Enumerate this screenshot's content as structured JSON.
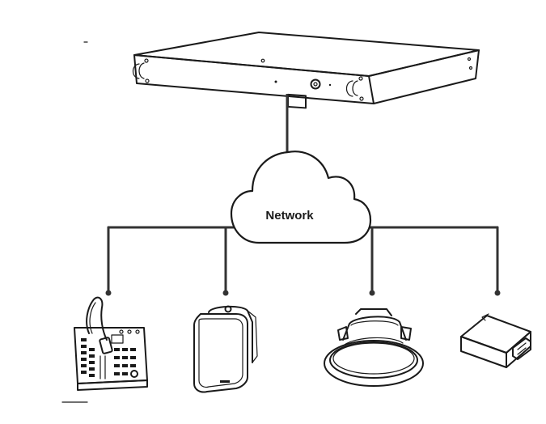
{
  "cloud": {
    "label": "Network"
  },
  "devices": [
    {
      "name": "rack-mounted-controller"
    },
    {
      "name": "call-station"
    },
    {
      "name": "wall-speaker"
    },
    {
      "name": "ceiling-speaker"
    },
    {
      "name": "interface-module"
    }
  ],
  "colors": {
    "line": "#333333",
    "ink": "#1a1a1a",
    "background": "#ffffff"
  }
}
